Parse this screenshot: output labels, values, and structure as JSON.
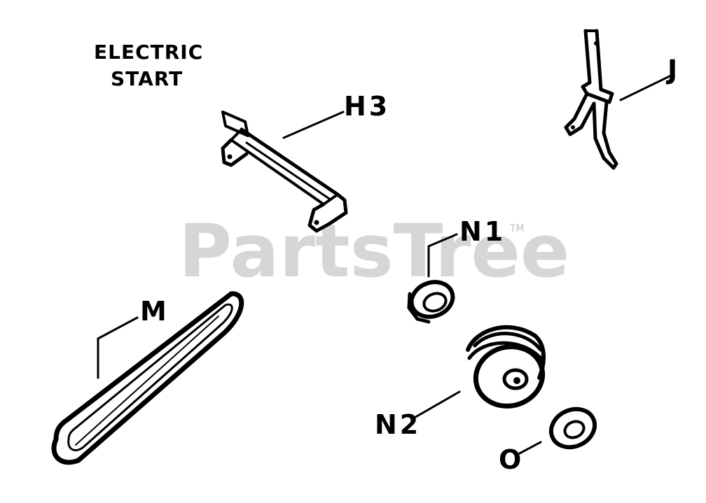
{
  "heading": {
    "line1": "ELECTRIC",
    "line2": "START"
  },
  "watermark": {
    "text": "PartsTree",
    "tm": "TM"
  },
  "callouts": {
    "h3": "H3",
    "j": "J",
    "n1": "N1",
    "m": "M",
    "n2": "N2",
    "o": "O"
  },
  "colors": {
    "ink": "#000000",
    "watermark": "#d6d6d6",
    "background": "#ffffff"
  }
}
